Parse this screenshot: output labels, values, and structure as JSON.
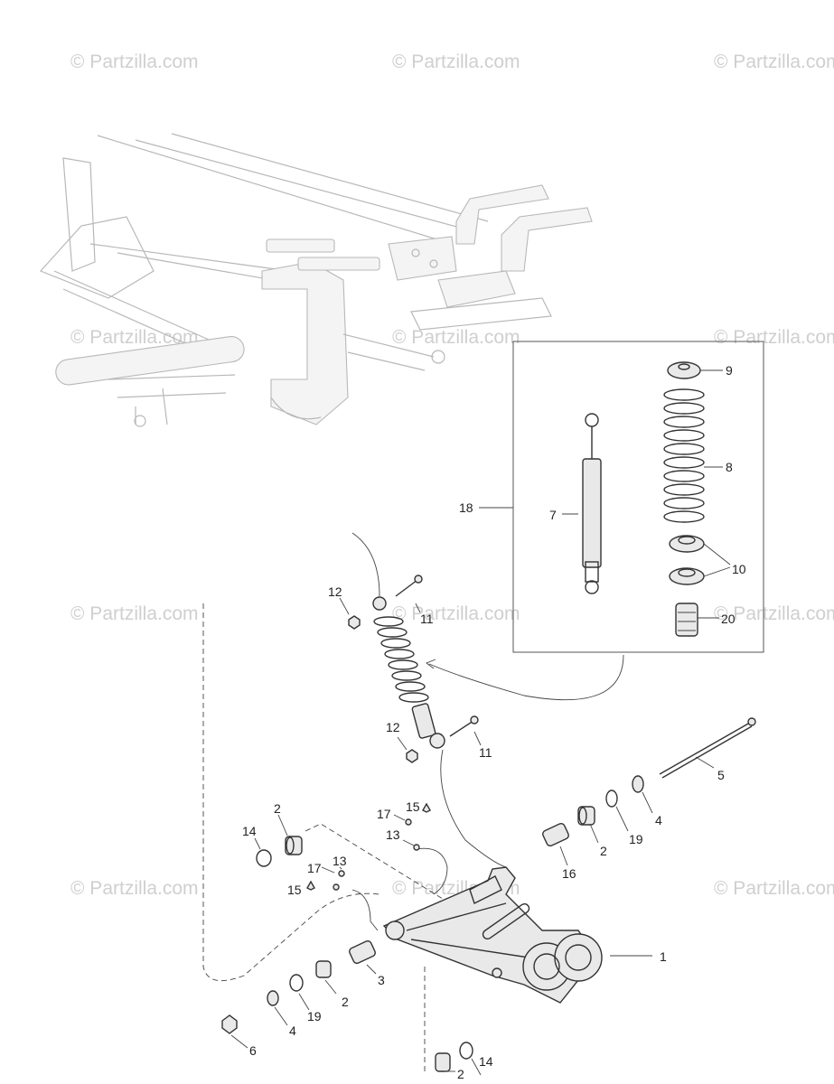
{
  "watermarks": [
    "© Partzilla.com",
    "© Partzilla.com",
    "© Partzilla.com",
    "© Partzilla.com",
    "© Partzilla.com",
    "© Partzilla.com",
    "© Partzilla.com",
    "© Partzilla.com",
    "© Partzilla.com",
    "© Partzilla.com",
    "© Partzilla.com",
    "© Partzilla.com"
  ],
  "callouts": {
    "c1": "1",
    "c2a": "2",
    "c2b": "2",
    "c2c": "2",
    "c2d": "2",
    "c3": "3",
    "c4a": "4",
    "c4b": "4",
    "c5": "5",
    "c6": "6",
    "c7": "7",
    "c8": "8",
    "c9": "9",
    "c10": "10",
    "c11a": "11",
    "c11b": "11",
    "c12a": "12",
    "c12b": "12",
    "c13a": "13",
    "c13b": "13",
    "c14a": "14",
    "c14b": "14",
    "c15a": "15",
    "c15b": "15",
    "c16": "16",
    "c17a": "17",
    "c17b": "17",
    "c18": "18",
    "c19a": "19",
    "c19b": "19",
    "c20": "20"
  }
}
